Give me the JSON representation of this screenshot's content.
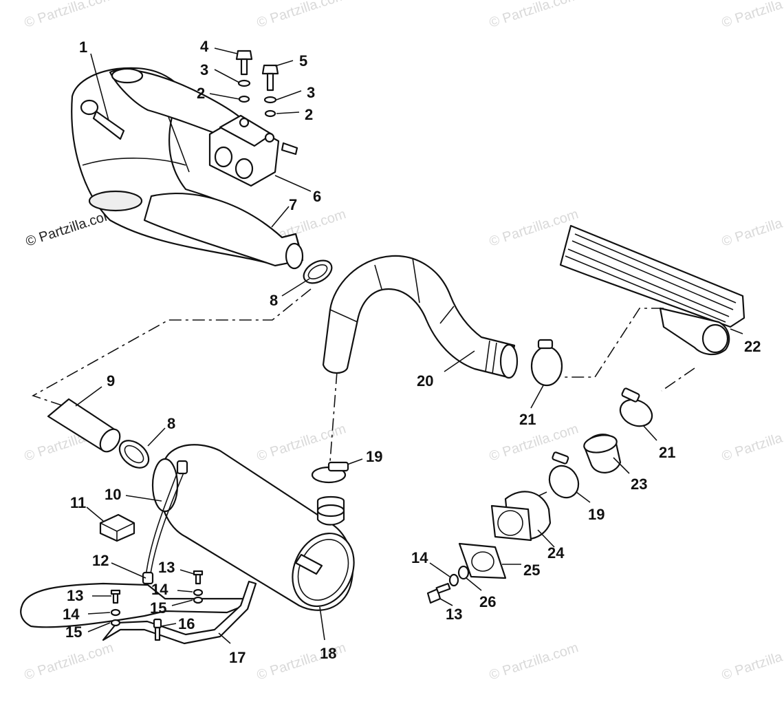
{
  "diagram": {
    "watermark_text": "© Partzilla.com",
    "callouts": [
      {
        "id": "c1",
        "text": "1"
      },
      {
        "id": "c2a",
        "text": "2"
      },
      {
        "id": "c2b",
        "text": "2"
      },
      {
        "id": "c3a",
        "text": "3"
      },
      {
        "id": "c3b",
        "text": "3"
      },
      {
        "id": "c4",
        "text": "4"
      },
      {
        "id": "c5",
        "text": "5"
      },
      {
        "id": "c6",
        "text": "6"
      },
      {
        "id": "c7",
        "text": "7"
      },
      {
        "id": "c8a",
        "text": "8"
      },
      {
        "id": "c8b",
        "text": "8"
      },
      {
        "id": "c9",
        "text": "9"
      },
      {
        "id": "c10",
        "text": "10"
      },
      {
        "id": "c11",
        "text": "11"
      },
      {
        "id": "c12",
        "text": "12"
      },
      {
        "id": "c13a",
        "text": "13"
      },
      {
        "id": "c13b",
        "text": "13"
      },
      {
        "id": "c13c",
        "text": "13"
      },
      {
        "id": "c14a",
        "text": "14"
      },
      {
        "id": "c14b",
        "text": "14"
      },
      {
        "id": "c14c",
        "text": "14"
      },
      {
        "id": "c15a",
        "text": "15"
      },
      {
        "id": "c15b",
        "text": "15"
      },
      {
        "id": "c16",
        "text": "16"
      },
      {
        "id": "c17",
        "text": "17"
      },
      {
        "id": "c18",
        "text": "18"
      },
      {
        "id": "c19a",
        "text": "19"
      },
      {
        "id": "c19b",
        "text": "19"
      },
      {
        "id": "c20",
        "text": "20"
      },
      {
        "id": "c21a",
        "text": "21"
      },
      {
        "id": "c21b",
        "text": "21"
      },
      {
        "id": "c22",
        "text": "22"
      },
      {
        "id": "c23",
        "text": "23"
      },
      {
        "id": "c24",
        "text": "24"
      },
      {
        "id": "c25",
        "text": "25"
      },
      {
        "id": "c26",
        "text": "26"
      }
    ]
  }
}
